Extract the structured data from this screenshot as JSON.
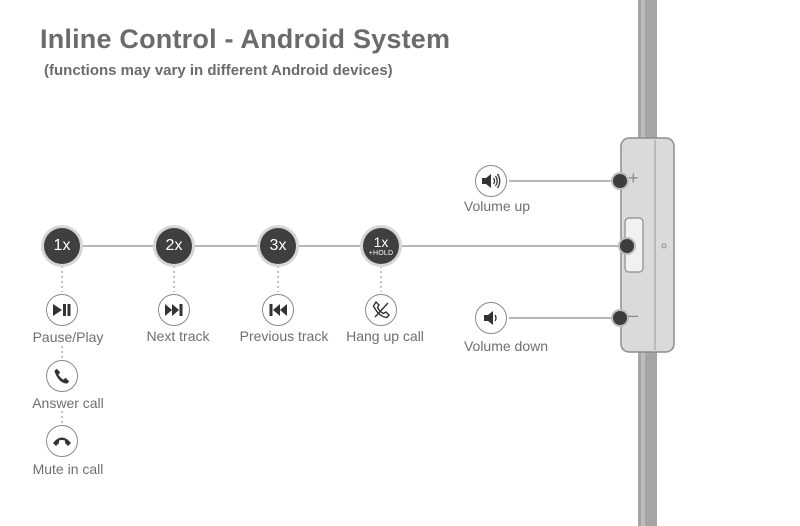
{
  "title": "Inline Control - Android System",
  "subtitle": "(functions may vary in different Android devices)",
  "presses": [
    {
      "count": "1x",
      "hold": ""
    },
    {
      "count": "2x",
      "hold": ""
    },
    {
      "count": "3x",
      "hold": ""
    },
    {
      "count": "1x",
      "hold": "+HOLD"
    }
  ],
  "functions": {
    "pause_play": "Pause/Play",
    "next_track": "Next track",
    "previous_track": "Previous track",
    "hang_up_call": "Hang up call",
    "answer_call": "Answer call",
    "mute_in_call": "Mute in call",
    "volume_up": "Volume up",
    "volume_down": "Volume down"
  },
  "remote": {
    "plus": "+",
    "minus": "–"
  },
  "icons": [
    "play-pause-icon",
    "next-track-icon",
    "previous-track-icon",
    "hang-up-icon",
    "phone-icon",
    "mute-phone-icon",
    "volume-up-icon",
    "volume-down-icon"
  ],
  "colors": {
    "press_circle": "#3f3f3f",
    "text": "#6f6f6f",
    "cable": "#a0a0a0",
    "remote": "#dcdcdc"
  }
}
